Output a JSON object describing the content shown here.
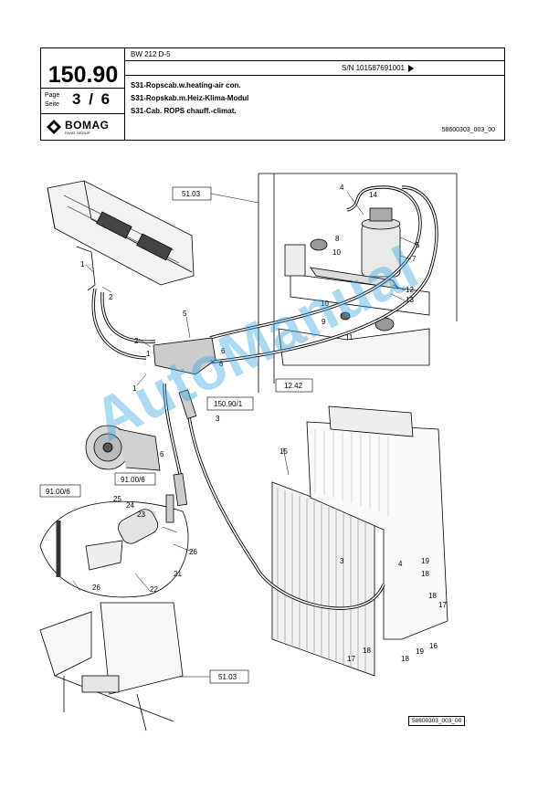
{
  "header": {
    "page_number": "150.90",
    "model": "BW 212 D-5",
    "serial": "S/N 101587691001",
    "page_label_en": "Page",
    "page_label_de": "Seite",
    "page_current": "3",
    "page_sep": "/",
    "page_total": "6",
    "brand": "BOMAG",
    "brand_sub": "FAYAT GROUP",
    "titles": [
      "S31-Ropscab.w.heating-air con.",
      "S31-Ropskab.m.Heiz-Klima-Modul",
      "S31-Cab. ROPS chauff.-climat."
    ],
    "doc_ref": "58600303_003_00"
  },
  "drawing": {
    "ref_boxes": {
      "r1": "51.03",
      "r2": "12.42",
      "r3": "150.90/1",
      "r4": "91.00/6",
      "r5": "91.00/6",
      "r6": "51.03"
    },
    "callouts": {
      "c1": "1",
      "c2": "2",
      "c3": "2",
      "c4": "1",
      "c5": "5",
      "c6": "6",
      "c7": "3",
      "c8": "4",
      "c9": "14",
      "c10": "8",
      "c11": "10",
      "c12": "5",
      "c13": "7",
      "c14": "12",
      "c15": "13",
      "c16": "10",
      "c17": "9",
      "c18": "11",
      "c19": "15",
      "c20": "6",
      "c21": "25",
      "c22": "24",
      "c23": "23",
      "c24": "26",
      "c25": "21",
      "c26": "26",
      "c27": "22",
      "c28": "3",
      "c29": "4",
      "c30": "19",
      "c31": "18",
      "c32": "18",
      "c33": "17",
      "c34": "17",
      "c35": "18",
      "c36": "19",
      "c37": "18",
      "c38": "16",
      "c39": "1",
      "c40": "6"
    },
    "footer_ref": "58600303_003_00",
    "watermark": "AutoManual"
  }
}
